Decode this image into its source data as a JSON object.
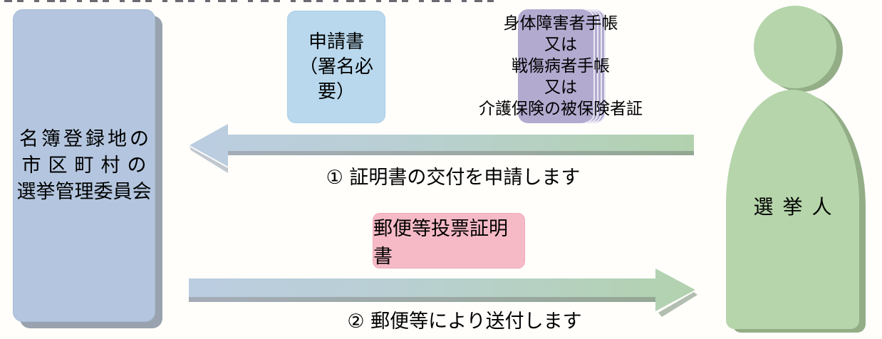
{
  "diagram": {
    "committee_box": {
      "line1": "名簿登録地の",
      "line2": "市区町村の",
      "line3": "選挙管理委員会",
      "fill": "#b4c6df"
    },
    "application_box": {
      "line1": "申請書",
      "line2": "（署名必要）",
      "fill": "#b9d8ed"
    },
    "documents_stack": {
      "line1": "身体障害者手帳",
      "line2": "又は",
      "line3": "戦傷病者手帳",
      "line4": "又は",
      "line5": "介護保険の被保険者証",
      "fill": "#b2aacf"
    },
    "arrow1": {
      "label": "① 証明書の交付を申請します",
      "direction": "right-to-left"
    },
    "certificate_box": {
      "label": "郵便等投票証明書",
      "fill": "#f6bac6"
    },
    "arrow2": {
      "label": "② 郵便等により送付します",
      "direction": "left-to-right"
    },
    "elector": {
      "label": "選挙人",
      "fill": "#b6d5ab"
    },
    "colors": {
      "arrow_blue_end": "#bbcde1",
      "arrow_green_end": "#b2d2ae",
      "arrow_edge_gray": "#a4acb8",
      "committee_shadow": "#99a3af",
      "person_shadow": "#93ae87"
    }
  }
}
